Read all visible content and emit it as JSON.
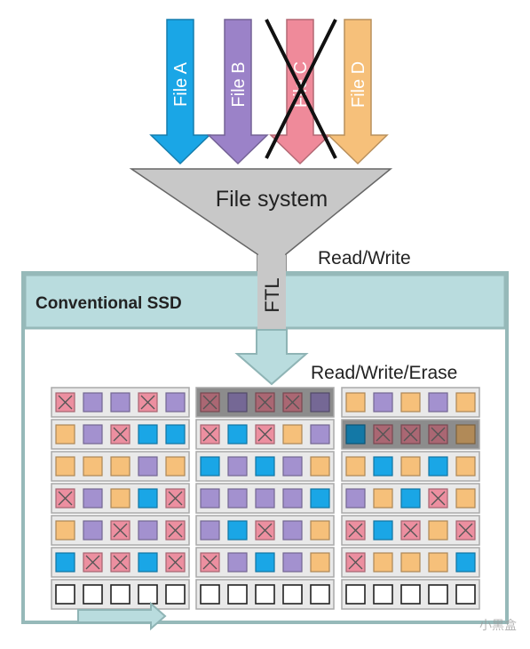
{
  "files": [
    {
      "label": "File A",
      "color": "#1aa6e6",
      "deleted": false
    },
    {
      "label": "File B",
      "color": "#9b82c8",
      "deleted": false
    },
    {
      "label": "File C",
      "color": "#ef8a9a",
      "deleted": true
    },
    {
      "label": "File D",
      "color": "#f6c07a",
      "deleted": false
    }
  ],
  "file_system_label": "File system",
  "read_write_label": "Read/Write",
  "ftl_label": "FTL",
  "ssd_title": "Conventional SSD",
  "read_write_erase_label": "Read/Write/Erase",
  "watermark": "小黑盒",
  "colors": {
    "orange": "#f6c07a",
    "purple": "#a391cf",
    "blue": "#1aa6e6",
    "pink": "#ec8fa0",
    "empty": "#ffffff",
    "funnel": "#c8c8c8",
    "ssd_border": "#96b9b9",
    "ssd_band": "#b9dcde",
    "block_bg": "#e9e9e9",
    "highlight_bg": "#8c8c8c"
  },
  "blocks": {
    "highlighted": [
      [
        0,
        1
      ],
      [
        1,
        2
      ]
    ],
    "rows": [
      [
        [
          "P",
          "P",
          "P",
          "P",
          "P"
        ],
        [
          "P",
          "P",
          "P",
          "P",
          "P"
        ],
        [
          "O",
          "P",
          "O",
          "P",
          "O"
        ]
      ],
      [
        [
          "O",
          "P",
          "P",
          "B",
          "B"
        ],
        [
          "P",
          "B",
          "P",
          "O",
          "P"
        ],
        [
          "B",
          "P",
          "P",
          "P",
          "O"
        ]
      ],
      [
        [
          "O",
          "O",
          "O",
          "P",
          "O"
        ],
        [
          "B",
          "P",
          "B",
          "P",
          "O"
        ],
        [
          "O",
          "B",
          "O",
          "B",
          "O"
        ]
      ],
      [
        [
          "P",
          "P",
          "O",
          "B",
          "P"
        ],
        [
          "P",
          "P",
          "P",
          "P",
          "B"
        ],
        [
          "P",
          "O",
          "B",
          "P",
          "O"
        ]
      ],
      [
        [
          "O",
          "P",
          "P",
          "P",
          "P"
        ],
        [
          "P",
          "B",
          "P",
          "P",
          "O"
        ],
        [
          "P",
          "B",
          "P",
          "O",
          "P"
        ]
      ],
      [
        [
          "B",
          "P",
          "P",
          "B",
          "P"
        ],
        [
          "P",
          "P",
          "B",
          "P",
          "O"
        ],
        [
          "P",
          "O",
          "O",
          "O",
          "B"
        ]
      ],
      [
        [
          "E",
          "E",
          "E",
          "E",
          "E"
        ],
        [
          "E",
          "E",
          "E",
          "E",
          "E"
        ],
        [
          "E",
          "E",
          "E",
          "E",
          "E"
        ]
      ]
    ],
    "invalid": [
      [
        [
          1,
          0,
          0,
          1,
          0
        ],
        [
          1,
          0,
          1,
          1,
          0
        ],
        [
          0,
          0,
          0,
          0,
          0
        ]
      ],
      [
        [
          0,
          0,
          1,
          0,
          0
        ],
        [
          1,
          0,
          1,
          0,
          0
        ],
        [
          0,
          1,
          1,
          1,
          0
        ]
      ],
      [
        [
          0,
          0,
          0,
          0,
          0
        ],
        [
          0,
          0,
          0,
          0,
          0
        ],
        [
          0,
          0,
          0,
          0,
          0
        ]
      ],
      [
        [
          1,
          0,
          0,
          0,
          1
        ],
        [
          0,
          0,
          0,
          0,
          0
        ],
        [
          0,
          0,
          0,
          1,
          0
        ]
      ],
      [
        [
          0,
          0,
          1,
          0,
          1
        ],
        [
          0,
          0,
          1,
          0,
          0
        ],
        [
          1,
          0,
          1,
          0,
          1
        ]
      ],
      [
        [
          0,
          1,
          1,
          0,
          1
        ],
        [
          1,
          0,
          0,
          0,
          0
        ],
        [
          1,
          0,
          0,
          0,
          0
        ]
      ],
      [
        [
          0,
          0,
          0,
          0,
          0
        ],
        [
          0,
          0,
          0,
          0,
          0
        ],
        [
          0,
          0,
          0,
          0,
          0
        ]
      ]
    ]
  }
}
